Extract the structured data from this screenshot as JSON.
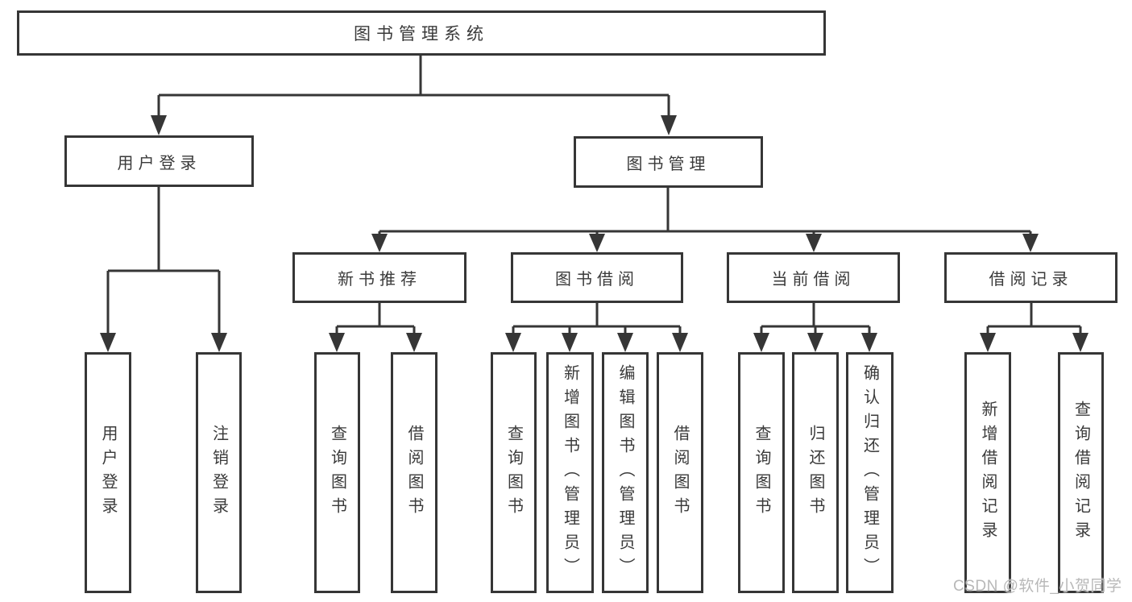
{
  "diagram": {
    "title": "图书管理系统",
    "colors": {
      "line": "#363636",
      "text": "#3a3a3a",
      "background": "#ffffff",
      "watermark": "#b8b8b8"
    },
    "nodes": {
      "root": {
        "label": "图书管理系统"
      },
      "user_login": {
        "label": "用户登录"
      },
      "book_mgmt": {
        "label": "图书管理"
      },
      "new_book_rec": {
        "label": "新书推荐"
      },
      "book_borrow": {
        "label": "图书借阅"
      },
      "current_borrow": {
        "label": "当前借阅"
      },
      "borrow_records": {
        "label": "借阅记录"
      },
      "leaf_user_login": {
        "label": "用户登录"
      },
      "leaf_logout": {
        "label": "注销登录"
      },
      "leaf_query_book_1": {
        "label": "查询图书"
      },
      "leaf_borrow_book_1": {
        "label": "借阅图书"
      },
      "leaf_query_book_2": {
        "label": "查询图书"
      },
      "leaf_add_book": {
        "label": "新增图书（管理员）"
      },
      "leaf_edit_book": {
        "label": "编辑图书（管理员）"
      },
      "leaf_borrow_book_2": {
        "label": "借阅图书"
      },
      "leaf_query_book_3": {
        "label": "查询图书"
      },
      "leaf_return_book": {
        "label": "归还图书"
      },
      "leaf_confirm_return": {
        "label": "确认归还（管理员）"
      },
      "leaf_add_record": {
        "label": "新增借阅记录"
      },
      "leaf_query_record": {
        "label": "查询借阅记录"
      }
    },
    "edges": [
      {
        "from": "root",
        "to": [
          "user_login",
          "book_mgmt"
        ]
      },
      {
        "from": "user_login",
        "to": [
          "leaf_user_login",
          "leaf_logout"
        ]
      },
      {
        "from": "book_mgmt",
        "to": [
          "new_book_rec",
          "book_borrow",
          "current_borrow",
          "borrow_records"
        ]
      },
      {
        "from": "new_book_rec",
        "to": [
          "leaf_query_book_1",
          "leaf_borrow_book_1"
        ]
      },
      {
        "from": "book_borrow",
        "to": [
          "leaf_query_book_2",
          "leaf_add_book",
          "leaf_edit_book",
          "leaf_borrow_book_2"
        ]
      },
      {
        "from": "current_borrow",
        "to": [
          "leaf_query_book_3",
          "leaf_return_book",
          "leaf_confirm_return"
        ]
      },
      {
        "from": "borrow_records",
        "to": [
          "leaf_add_record",
          "leaf_query_record"
        ]
      }
    ]
  },
  "watermark": {
    "text": "CSDN @软件_小贺同学"
  }
}
